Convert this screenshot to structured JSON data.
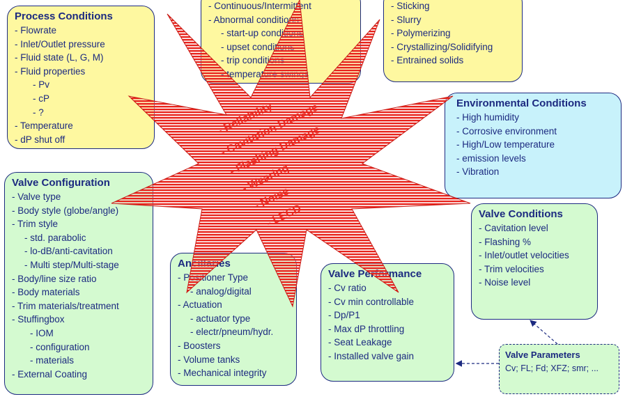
{
  "process_conditions": {
    "title": "Process Conditions",
    "items": [
      "- Flowrate",
      "- Inlet/Outlet pressure",
      "- Fluid state (L, G, M)",
      "- Fluid properties",
      "- Pv",
      "- cP",
      "- ?",
      "- Temperature",
      "- dP shut off"
    ]
  },
  "flow_regime": {
    "items": [
      "- Continuous/Intermittent",
      "- Abnormal conditions",
      "- start-up conditions",
      "- upset conditions",
      "- trip conditions",
      "- temperature swings"
    ]
  },
  "fluid_behavior": {
    "items": [
      "- Sticking",
      "- Slurry",
      "- Polymerizing",
      "- Crystallizing/Solidifying",
      "- Entrained solids"
    ]
  },
  "environmental_conditions": {
    "title": "Environmental Conditions",
    "items": [
      "- High humidity",
      "- Corrosive environment",
      "- High/Low temperature",
      "- emission levels",
      "- Vibration"
    ]
  },
  "valve_configuration": {
    "title": "Valve Configuration",
    "items": [
      "- Valve type",
      "- Body style (globe/angle)",
      "- Trim style",
      "- std. parabolic",
      "- lo-dB/anti-cavitation",
      "- Multi step/Multi-stage",
      "- Body/line size ratio",
      "- Body materials",
      "- Trim materials/treatment",
      "- Stuffingbox",
      "- IOM",
      "- configuration",
      "- materials",
      "- External Coating"
    ]
  },
  "ancillaries": {
    "title": "Ancillaries",
    "items": [
      "- Positioner Type",
      "- analog/digital",
      "- Actuation",
      "- actuator type",
      "- electr/pneum/hydr.",
      "- Boosters",
      "- Volume tanks",
      "- Mechanical integrity"
    ]
  },
  "valve_performance": {
    "title": "Valve Performance",
    "items": [
      "- Cv ratio",
      "- Cv min controllable",
      "- Dp/P1",
      "- Max dP throttling",
      "- Seat Leakage",
      "- Installed valve gain"
    ]
  },
  "valve_conditions": {
    "title": "Valve Conditions",
    "items": [
      "- Cavitation level",
      "- Flashing %",
      "- Inlet/outlet velocities",
      "- Trim velocities",
      "- Noise level"
    ]
  },
  "valve_parameters": {
    "title": "Valve Parameters",
    "text": "Cv; FL; Fd; XFZ; smr; ..."
  },
  "starburst": {
    "items": [
      "- Reliability",
      "- Cavitation Damage",
      "- Flashing Damage",
      "- Wearing",
      "- Noise",
      "- LECD"
    ],
    "color": "#e8231c"
  },
  "colors": {
    "yellow": "#fef8a0",
    "green": "#d4fad0",
    "blue": "#c8f2fb",
    "text": "#1c2a80"
  }
}
